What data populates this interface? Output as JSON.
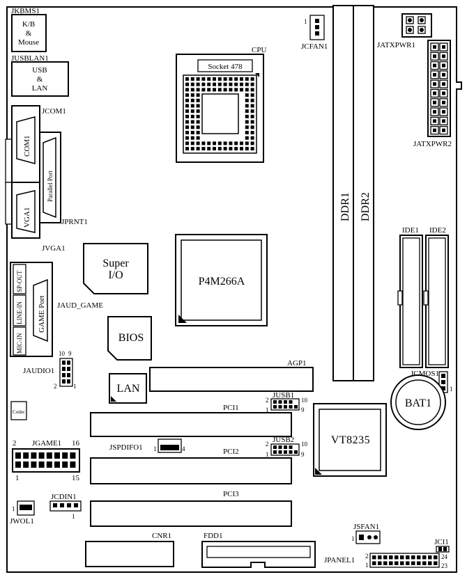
{
  "labels": {
    "jkbms1": "JKBMS1",
    "kb1": "K/B",
    "kb2": "&",
    "kb3": "Mouse",
    "jusblan": "JUSBLAN1",
    "usb1": "USB",
    "usb2": "&",
    "usb3": "LAN",
    "jcom1": "JCOM1",
    "com1": "COM1",
    "parallel": "Parallel Port",
    "jprnt1": "JPRNT1",
    "vga1": "VGA1",
    "jvga1": "JVGA1",
    "spout": "SP-OUT",
    "linein": "LINE-IN",
    "micin": "MIC-IN",
    "gameport": "GAME Port",
    "jaud_game": "JAUD_GAME",
    "jaudio1": "JAUDIO1",
    "jaudio_10": "10",
    "jaudio_9": "9",
    "jaudio_2": "2",
    "jaudio_1": "1",
    "codec": "Codec",
    "super1": "Super",
    "super2": "I/O",
    "bios": "BIOS",
    "lan": "LAN",
    "cpu": "CPU",
    "socket": "Socket 478",
    "northbridge": "P4M266A",
    "southbridge": "VT8235",
    "jcfan1": "JCFAN1",
    "jcfan_1": "1",
    "jatxpwr1": "JATXPWR1",
    "jatxpwr2": "JATXPWR2",
    "ddr1": "DDR1",
    "ddr2": "DDR2",
    "ide1": "IDE1",
    "ide2": "IDE2",
    "jcmos1": "JCMOS1",
    "jcmos_1": "1",
    "bat1": "BAT1",
    "agp1": "AGP1",
    "pci1": "PCI1",
    "pci2": "PCI2",
    "pci3": "PCI3",
    "jusb1": "JUSB1",
    "jusb1_2": "2",
    "jusb1_10": "10",
    "jusb1_1": "1",
    "jusb1_9": "9",
    "jusb2": "JUSB2",
    "jusb2_2": "2",
    "jusb2_10": "10",
    "jusb2_1": "1",
    "jusb2_9": "9",
    "jspdifo1": "JSPDIFO1",
    "jspdif_1": "1",
    "jspdif_4": "4",
    "jgame1": "JGAME1",
    "jgame_2": "2",
    "jgame_16": "16",
    "jgame_1": "1",
    "jgame_15": "15",
    "jcdin1": "JCDIN1",
    "jcdin_1": "1",
    "jwol1": "JWOL1",
    "jwol_1": "1",
    "cnr1": "CNR1",
    "fdd1": "FDD1",
    "jsfan1": "JSFAN1",
    "jsfan_1": "1",
    "jci1": "JCI1",
    "jpanel1": "JPANEL1",
    "jpanel_2": "2",
    "jpanel_1": "1",
    "jpanel_24": "24",
    "jpanel_23": "23"
  }
}
